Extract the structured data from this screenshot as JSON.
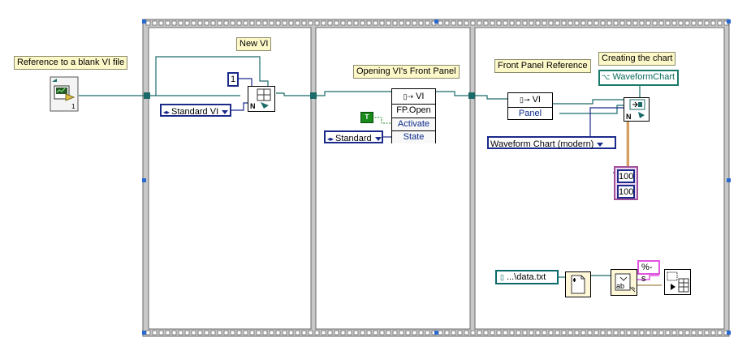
{
  "labels": {
    "blank_vi_ref": "Reference to a blank VI file",
    "new_vi": "New VI",
    "opening_fp": "Opening VI's Front Panel",
    "fp_reference": "Front Panel Reference",
    "creating_chart": "Creating the chart"
  },
  "constants": {
    "numeric_one": "1",
    "vi_type": "Standard VI",
    "fp_state": "Standard",
    "chart_style": "Waveform Chart (modern)",
    "chart_width": "100",
    "chart_height": "100",
    "file_path": "...\\data.txt",
    "format_string": "%-s",
    "bool_true": "T"
  },
  "nodes": {
    "invoke_vi": "VI",
    "method": "FP.Open",
    "activate": "Activate",
    "state": "State",
    "property_vi": "VI",
    "panel": "Panel",
    "chart_ref": "WaveformChart"
  },
  "colors": {
    "frame": "#8a8a8a",
    "wire_ref": "#1a6a6a",
    "wire_enum": "#1b2a8a",
    "wire_numeric": "#1b2a8a",
    "wire_string": "#e055e0",
    "wire_cluster": "#8a5a1a",
    "wire_bool": "#1a8a1a",
    "label_bg": "#fdf8c8"
  }
}
